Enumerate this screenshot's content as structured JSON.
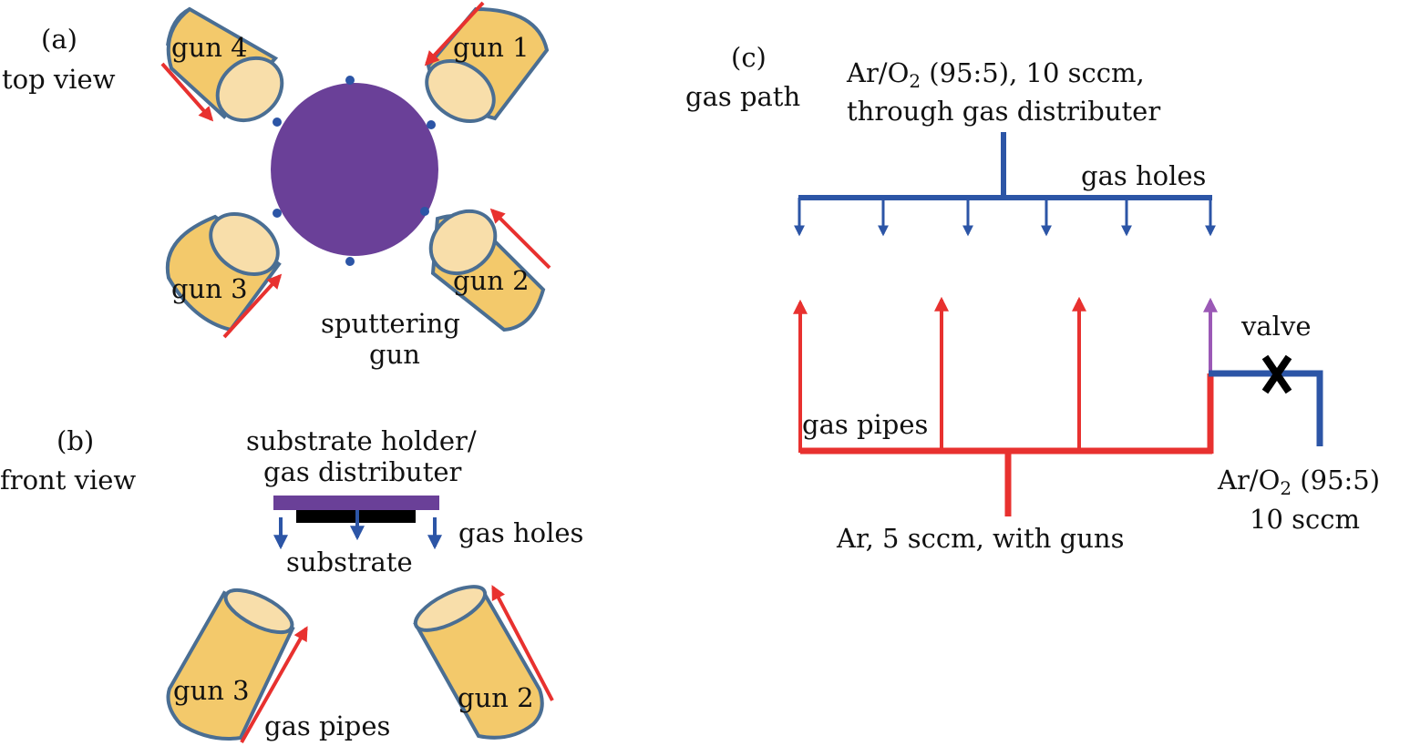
{
  "panel_a": {
    "label": "(a)",
    "view": "top view",
    "guns": [
      "gun 1",
      "gun 2",
      "gun 3",
      "gun 4"
    ],
    "center_label_1": "sputtering",
    "center_label_2": "gun"
  },
  "panel_b": {
    "label": "(b)",
    "view": "front view",
    "holder_1": "substrate holder/",
    "holder_2": "gas distributer",
    "gas_holes": "gas holes",
    "substrate": "substrate",
    "gun_left": "gun 3",
    "gun_right": "gun 2",
    "gas_pipes": "gas pipes"
  },
  "panel_c": {
    "label": "(c)",
    "title": "gas path",
    "top_line_1_pre": "Ar/O",
    "top_line_1_sub": "2",
    "top_line_1_post": " (95:5), 10 sccm,",
    "top_line_2": "through gas distributer",
    "gas_holes": "gas holes",
    "valve": "valve",
    "gas_pipes": "gas pipes",
    "bottom": "Ar, 5 sccm, with guns",
    "side_1_pre": "Ar/O",
    "side_1_sub": "2",
    "side_1_post": " (95:5)",
    "side_2": "10 sccm"
  },
  "colors": {
    "gun_body": "#f3c96b",
    "gun_face": "#f8deaa",
    "gun_outline": "#4a6e93",
    "chamber": "#6a4098",
    "blue_line": "#2c55a6",
    "red_line": "#e8312f",
    "purple_arrow": "#9b59b6",
    "substrate": "#000000"
  }
}
